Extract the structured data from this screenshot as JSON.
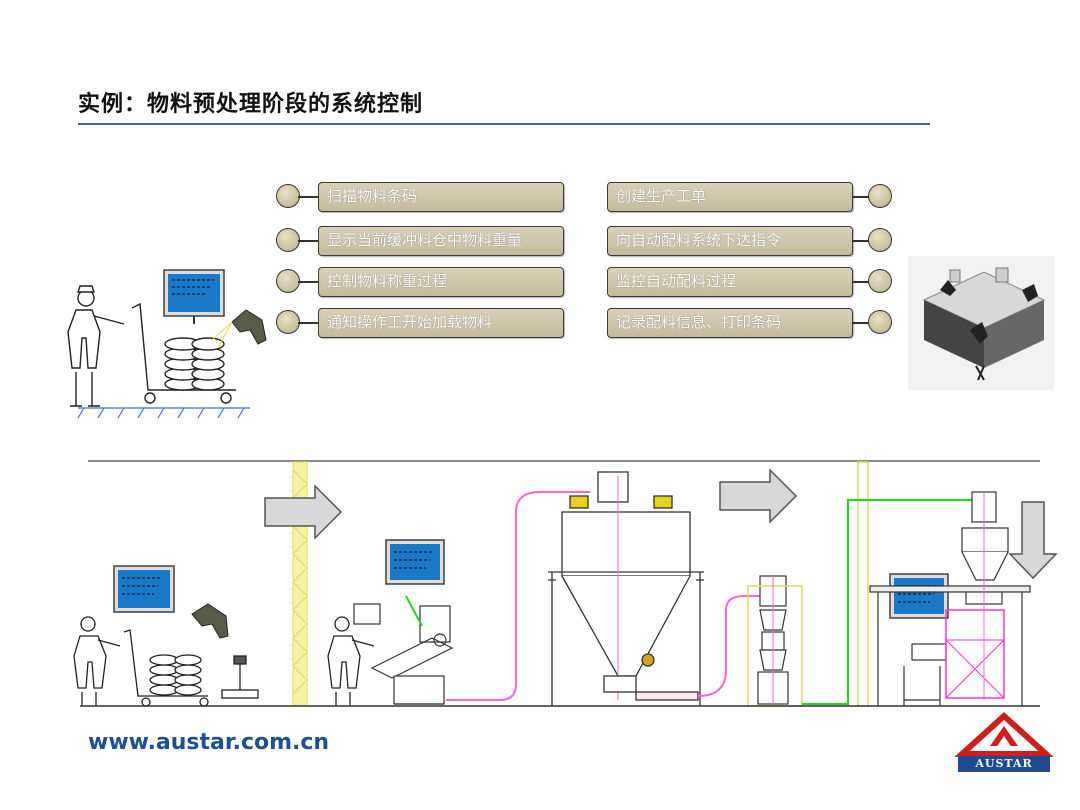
{
  "title": "实例：物料预处理阶段的系统控制",
  "left_steps": [
    {
      "label": "扫描物料条码"
    },
    {
      "label": "显示当前缓冲料仓中物料重量"
    },
    {
      "label": "控制物料称重过程"
    },
    {
      "label": "通知操作工开始加载物料"
    }
  ],
  "right_steps": [
    {
      "label": "创建生产工单"
    },
    {
      "label": "向自动配料系统下达指令"
    },
    {
      "label": "监控自动配料过程"
    },
    {
      "label": "记录配料信息、打印条码"
    }
  ],
  "footer": {
    "url": "www.austar.com.cn",
    "logo_text": "AUSTAR"
  },
  "colors": {
    "accent": "#1f4f8f",
    "rule": "#3f6f9f",
    "step_fill": "#cfc7aa",
    "pipe_pink": "#ff66cc",
    "pipe_green": "#33cc33",
    "column_yellow": "#f2f080"
  }
}
